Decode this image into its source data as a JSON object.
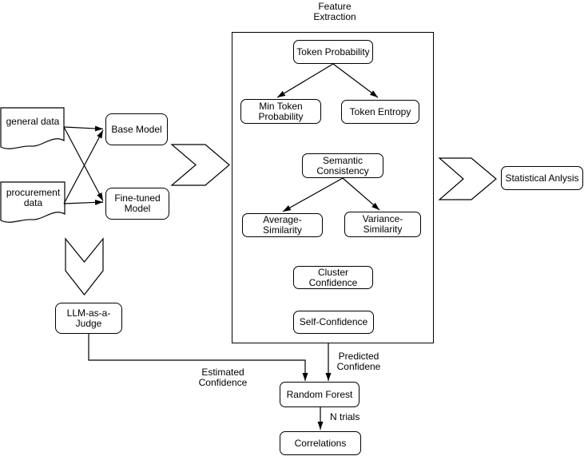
{
  "diagram": {
    "title": "Feature\nExtraction",
    "background_color": "#ffffff",
    "stroke_color": "#000000",
    "node_fill_color": "#ffffff",
    "nodes": {
      "general_data": "general data",
      "procurement_data": "procurement\ndata",
      "base_model": "Base Model",
      "fine_tuned_model": "Fine-tuned\nModel",
      "token_probability": "Token Probability",
      "min_token_probability": "Min Token\nProbability",
      "token_entropy": "Token Entropy",
      "semantic_consistency": "Semantic\nConsistency",
      "average_similarity": "Average-Similarity",
      "variance_similarity": "Variance-\nSimilarity",
      "cluster_confidence": "Cluster\nConfidence",
      "self_confidence": "Self-Confidence",
      "statistical_analysis": "Statistical Anlysis",
      "llm_judge": "LLM-as-a-\nJudge",
      "random_forest": "Random Forest",
      "correlations": "Correlations"
    },
    "edge_labels": {
      "estimated_confidence": "Estimated\nConfidence",
      "predicted_confidence": "Predicted\nConfidene",
      "n_trials": "N trials"
    }
  }
}
